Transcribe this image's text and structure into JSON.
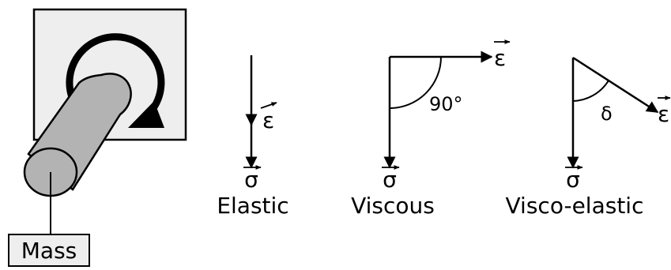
{
  "apparatus": {
    "mass_label": "Mass"
  },
  "diagrams": {
    "elastic": {
      "strain_symbol": "ε",
      "stress_symbol": "σ",
      "caption": "Elastic"
    },
    "viscous": {
      "strain_symbol": "ε",
      "stress_symbol": "σ",
      "angle_label": "90°",
      "caption": "Viscous"
    },
    "viscoelastic": {
      "strain_symbol": "ε",
      "stress_symbol": "σ",
      "angle_label": "δ",
      "caption": "Visco-elastic"
    }
  },
  "colors": {
    "panel_fill": "#eeeeee",
    "rod_fill": "#b3b3b3",
    "line": "#000000"
  }
}
